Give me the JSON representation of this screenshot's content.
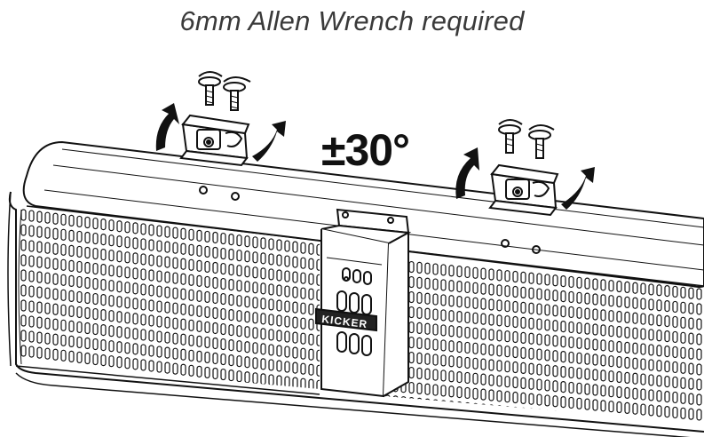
{
  "caption": "6mm Allen Wrench required",
  "rotation_label": "±30°",
  "brand_label": "KICKER",
  "icons": [
    "bolt-icon",
    "rotate-arrow-icon",
    "mounting-bracket-icon",
    "speaker-grille-icon"
  ]
}
